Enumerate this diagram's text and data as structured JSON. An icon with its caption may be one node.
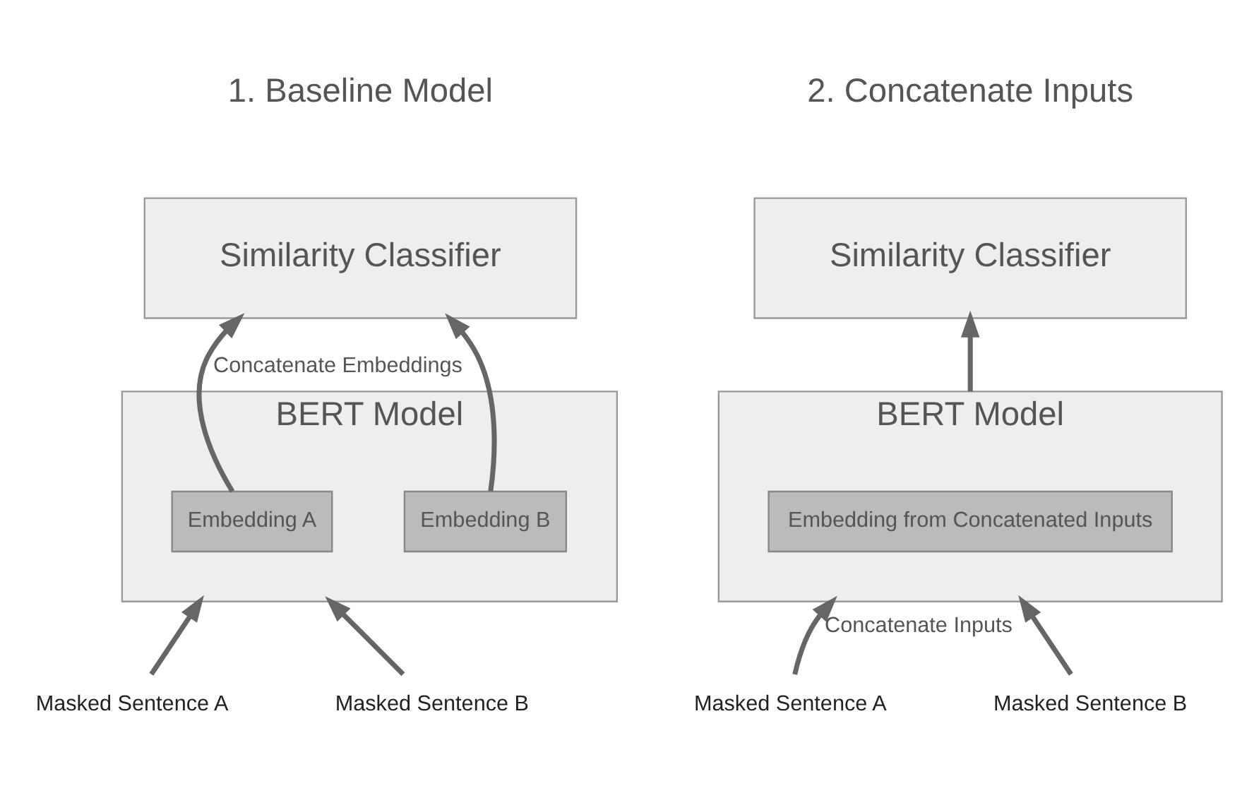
{
  "diagram": {
    "nodes": [
      {
        "text": [
          "Similarity Classifier"
        ]
      },
      {
        "text": [
          "BERT Model"
        ]
      },
      {
        "text": [
          "Embedding A"
        ],
        "in": 1
      },
      {
        "text": [
          "Embedding B"
        ],
        "in": 1
      },
      {
        "text": [
          "Masked Sentence A"
        ]
      },
      {
        "text": [
          "Masked Sentence B"
        ]
      },
      {
        "text": [
          "Similarity Classifier"
        ]
      },
      {
        "text": [
          "BERT Model"
        ]
      },
      {
        "text": [
          "Embedding from Concatenated Inputs"
        ],
        "in": 7
      },
      {
        "text": [
          "Masked Sentence A"
        ]
      },
      {
        "text": [
          "Masked Sentence B"
        ]
      }
    ],
    "edges": [
      {
        "from": 2,
        "to": 0,
        "arrow": "to",
        "label": "Concatenate Embeddings"
      },
      {
        "from": 3,
        "to": 0,
        "arrow": "to"
      },
      {
        "from": 4,
        "to": 1,
        "arrow": "to"
      },
      {
        "from": 5,
        "to": 1,
        "arrow": "to"
      },
      {
        "from": 7,
        "to": 6,
        "arrow": "to"
      },
      {
        "from": 9,
        "to": 7,
        "arrow": "to",
        "label": "Concatenate Inputs"
      },
      {
        "from": 10,
        "to": 7,
        "arrow": "to"
      }
    ],
    "labels": [
      "1. Baseline Model",
      "2. Concatenate Inputs"
    ]
  }
}
